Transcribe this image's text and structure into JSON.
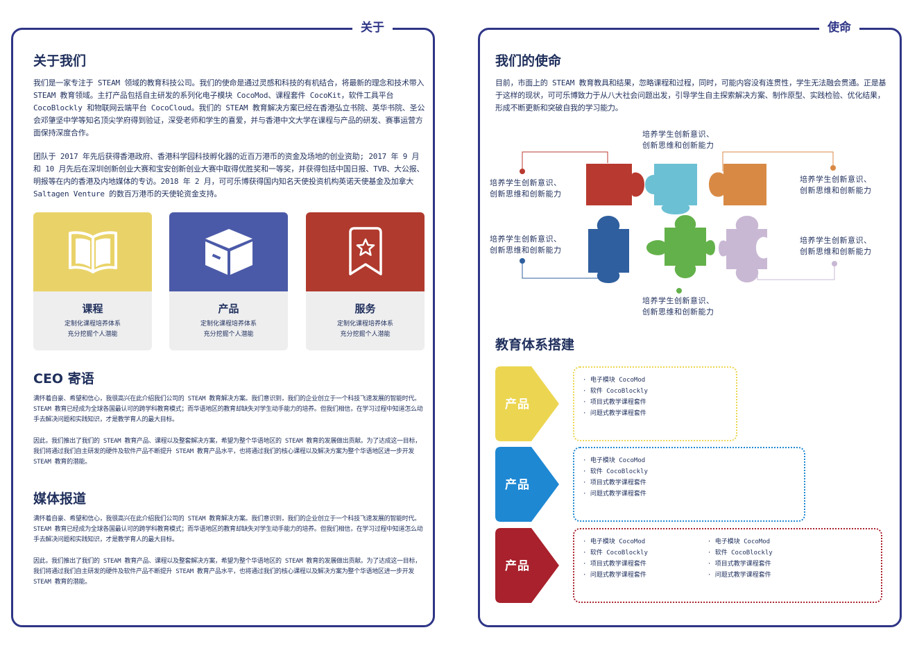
{
  "left_panel": {
    "tag": "关于",
    "about": {
      "title": "关于我们",
      "paragraphs": [
        "我们是一家专注于 STEAM 领域的教育科技公司。我们的使命是通过灵感和科技的有机结合，将最新的理念和技术带入 STEAM 教育领域。主打产品包括自主研发的系列化电子模块 CocoMod、课程套件 CocoKit，软件工具平台 CocoBlockly 和物联网云端平台 CocoCloud。我们的 STEAM 教育解决方案已经在香港弘立书院、英华书院、圣公会邓肇坚中学等知名顶尖学府得到验证，深受老师和学生的喜爱，并与香港中文大学在课程与产品的研发、赛事运营方面保持深度合作。",
        "团队于 2017 年先后获得香港政府、香港科学园科技孵化器的近百万港币的资金及场地的创业资助; 2017 年 9 月和 10 月先后在深圳创新创业大赛和宝安创新创业大赛中取得优胜奖和一等奖，并获得包括中国日报、TVB、大公报、明报等在内的香港及内地媒体的专访。2018 年 2 月，可可乐博获得国内知名天使投资机构英诺天使基金及加拿大 Saltagen Venture 的数百万港币的天使轮资金支持。"
      ]
    },
    "cards": [
      {
        "title": "课程",
        "desc1": "定制化课程培养体系",
        "desc2": "充分挖掘个人潜能",
        "color": "#e9d369",
        "icon": "book-icon"
      },
      {
        "title": "产品",
        "desc1": "定制化课程培养体系",
        "desc2": "充分挖掘个人潜能",
        "color": "#4b5aa8",
        "icon": "box-icon"
      },
      {
        "title": "服务",
        "desc1": "定制化课程培养体系",
        "desc2": "充分挖掘个人潜能",
        "color": "#b03a2e",
        "icon": "star-bookmark-icon"
      }
    ],
    "ceo": {
      "title": "CEO 寄语",
      "paragraphs": [
        "满怀着自豪、希望和信心，我很高兴在此介绍我们公司的 STEAM 教育解决方案。我们意识到，我们的企业创立于一个科技飞速发展的智能时代。STEAM 教育已经成为全球各国最认可的跨学科教育模式；而华语地区的教育却缺失对学生动手能力的培养。但我们相信，在学习过程中知道怎么动手去解决问题和实践知识，才是教学育人的最大目标。",
        "因此，我们推出了我们的 STEAM 教育产品、课程以及整套解决方案，希望为整个华语地区的 STEAM 教育的发展做出贡献。为了达成这一目标，我们将通过我们自主研发的硬件及软件产品不断提升 STEAM 教育产品水平，也将通过我们的核心课程以及解决方案为整个华语地区进一步开发 STEAM 教育的潜能。"
      ]
    },
    "media": {
      "title": "媒体报道",
      "paragraphs": [
        "满怀着自豪、希望和信心，我很高兴在此介绍我们公司的 STEAM 教育解决方案。我们意识到，我们的企业创立于一个科技飞速发展的智能时代。STEAM 教育已经成为全球各国最认可的跨学科教育模式；而华语地区的教育却缺失对学生动手能力的培养。但我们相信，在学习过程中知道怎么动手去解决问题和实践知识，才是教学育人的最大目标。",
        "因此，我们推出了我们的 STEAM 教育产品、课程以及整套解决方案，希望为整个华语地区的 STEAM 教育的发展做出贡献。为了达成这一目标，我们将通过我们自主研发的硬件及软件产品不断提升 STEAM 教育产品水平，也将通过我们的核心课程以及解决方案为整个华语地区进一步开发 STEAM 教育的潜能。"
      ]
    }
  },
  "right_panel": {
    "tag": "使命",
    "mission": {
      "title": "我们的使命",
      "paragraph": "目前，市面上的 STEAM 教育教具和结果，忽略课程和过程，同时，可能内容没有连贯性，学生无法融会贯通。正是基于这样的现状，可可乐博致力于从八大社会问题出发，引导学生自主探索解决方案、制作原型、实践检验、优化结果，形成不断更新和突破自我的学习能力。"
    },
    "puzzle": {
      "colors": [
        "#b8392f",
        "#6cc0d4",
        "#d88a45",
        "#2f5f9e",
        "#63b14a",
        "#c9b8d4"
      ],
      "labels": [
        {
          "line1": "培养学生创新意识、",
          "line2": "创新思维和创新能力"
        },
        {
          "line1": "培养学生创新意识、",
          "line2": "创新思维和创新能力"
        },
        {
          "line1": "培养学生创新意识、",
          "line2": "创新思维和创新能力"
        },
        {
          "line1": "培养学生创新意识、",
          "line2": "创新思维和创新能力"
        },
        {
          "line1": "培养学生创新意识、",
          "line2": "创新思维和创新能力"
        },
        {
          "line1": "培养学生创新意识、",
          "line2": "创新思维和创新能力"
        }
      ]
    },
    "education": {
      "title": "教育体系搭建",
      "rows": [
        {
          "label": "产品",
          "color": "#ecd651",
          "border": "#ecd651",
          "lists": [
            [
              "· 电子模块 CocoMod",
              "· 软件 CocoBlockly",
              "· 项目式教学课程套件",
              "· 问题式教学课程套件"
            ]
          ]
        },
        {
          "label": "产品",
          "color": "#1e88d3",
          "border": "#1e88d3",
          "lists": [
            [
              "· 电子模块 CocoMod",
              "· 软件 CocoBlockly",
              "· 项目式教学课程套件",
              "· 问题式教学课程套件"
            ]
          ]
        },
        {
          "label": "产品",
          "color": "#a8212c",
          "border": "#a8212c",
          "lists": [
            [
              "· 电子模块 CocoMod",
              "· 软件 CocoBlockly",
              "· 项目式教学课程套件",
              "· 问题式教学课程套件"
            ],
            [
              "· 电子模块 CocoMod",
              "· 软件 CocoBlockly",
              "· 项目式教学课程套件",
              "· 问题式教学课程套件"
            ]
          ]
        }
      ]
    }
  }
}
